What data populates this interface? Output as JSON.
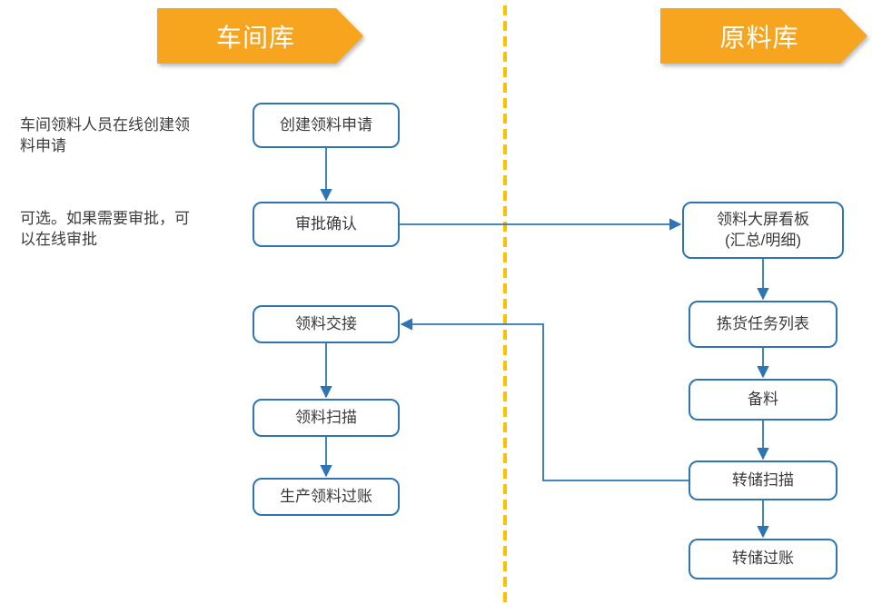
{
  "diagram": {
    "lanes": [
      {
        "id": "workshop-store",
        "banner": "车间库"
      },
      {
        "id": "raw-material-store",
        "banner": "原料库"
      }
    ],
    "annotations": [
      {
        "id": "create-note",
        "text": "车间领料人员在线创建领\n料申请"
      },
      {
        "id": "approve-note",
        "text": "可选。如果需要审批，可\n以在线审批"
      }
    ],
    "nodes": [
      {
        "id": "create-request",
        "lane": "workshop-store",
        "label": "创建领料申请"
      },
      {
        "id": "approve",
        "lane": "workshop-store",
        "label": "审批确认"
      },
      {
        "id": "handover",
        "lane": "workshop-store",
        "label": "领料交接"
      },
      {
        "id": "material-scan",
        "lane": "workshop-store",
        "label": "领料扫描"
      },
      {
        "id": "material-post",
        "lane": "workshop-store",
        "label": "生产领料过账"
      },
      {
        "id": "board",
        "lane": "raw-material-store",
        "label": "领料大屏看板\n(汇总/明细)"
      },
      {
        "id": "pick-list",
        "lane": "raw-material-store",
        "label": "拣货任务列表"
      },
      {
        "id": "prepare",
        "lane": "raw-material-store",
        "label": "备料"
      },
      {
        "id": "transfer-scan",
        "lane": "raw-material-store",
        "label": "转储扫描"
      },
      {
        "id": "transfer-post",
        "lane": "raw-material-store",
        "label": "转储过账"
      }
    ],
    "edges": [
      {
        "from": "create-request",
        "to": "approve"
      },
      {
        "from": "approve",
        "to": "board"
      },
      {
        "from": "board",
        "to": "pick-list"
      },
      {
        "from": "pick-list",
        "to": "prepare"
      },
      {
        "from": "prepare",
        "to": "transfer-scan"
      },
      {
        "from": "transfer-scan",
        "to": "handover"
      },
      {
        "from": "handover",
        "to": "material-scan"
      },
      {
        "from": "material-scan",
        "to": "material-post"
      },
      {
        "from": "transfer-scan",
        "to": "transfer-post"
      }
    ],
    "colors": {
      "banner_fill": "#F7A41F",
      "banner_text": "#FFFFFF",
      "node_border": "#2E75B6",
      "connector": "#2E75B6",
      "divider": "#FFC000",
      "text": "#3C3C3C",
      "background": "#FFFFFF"
    }
  }
}
